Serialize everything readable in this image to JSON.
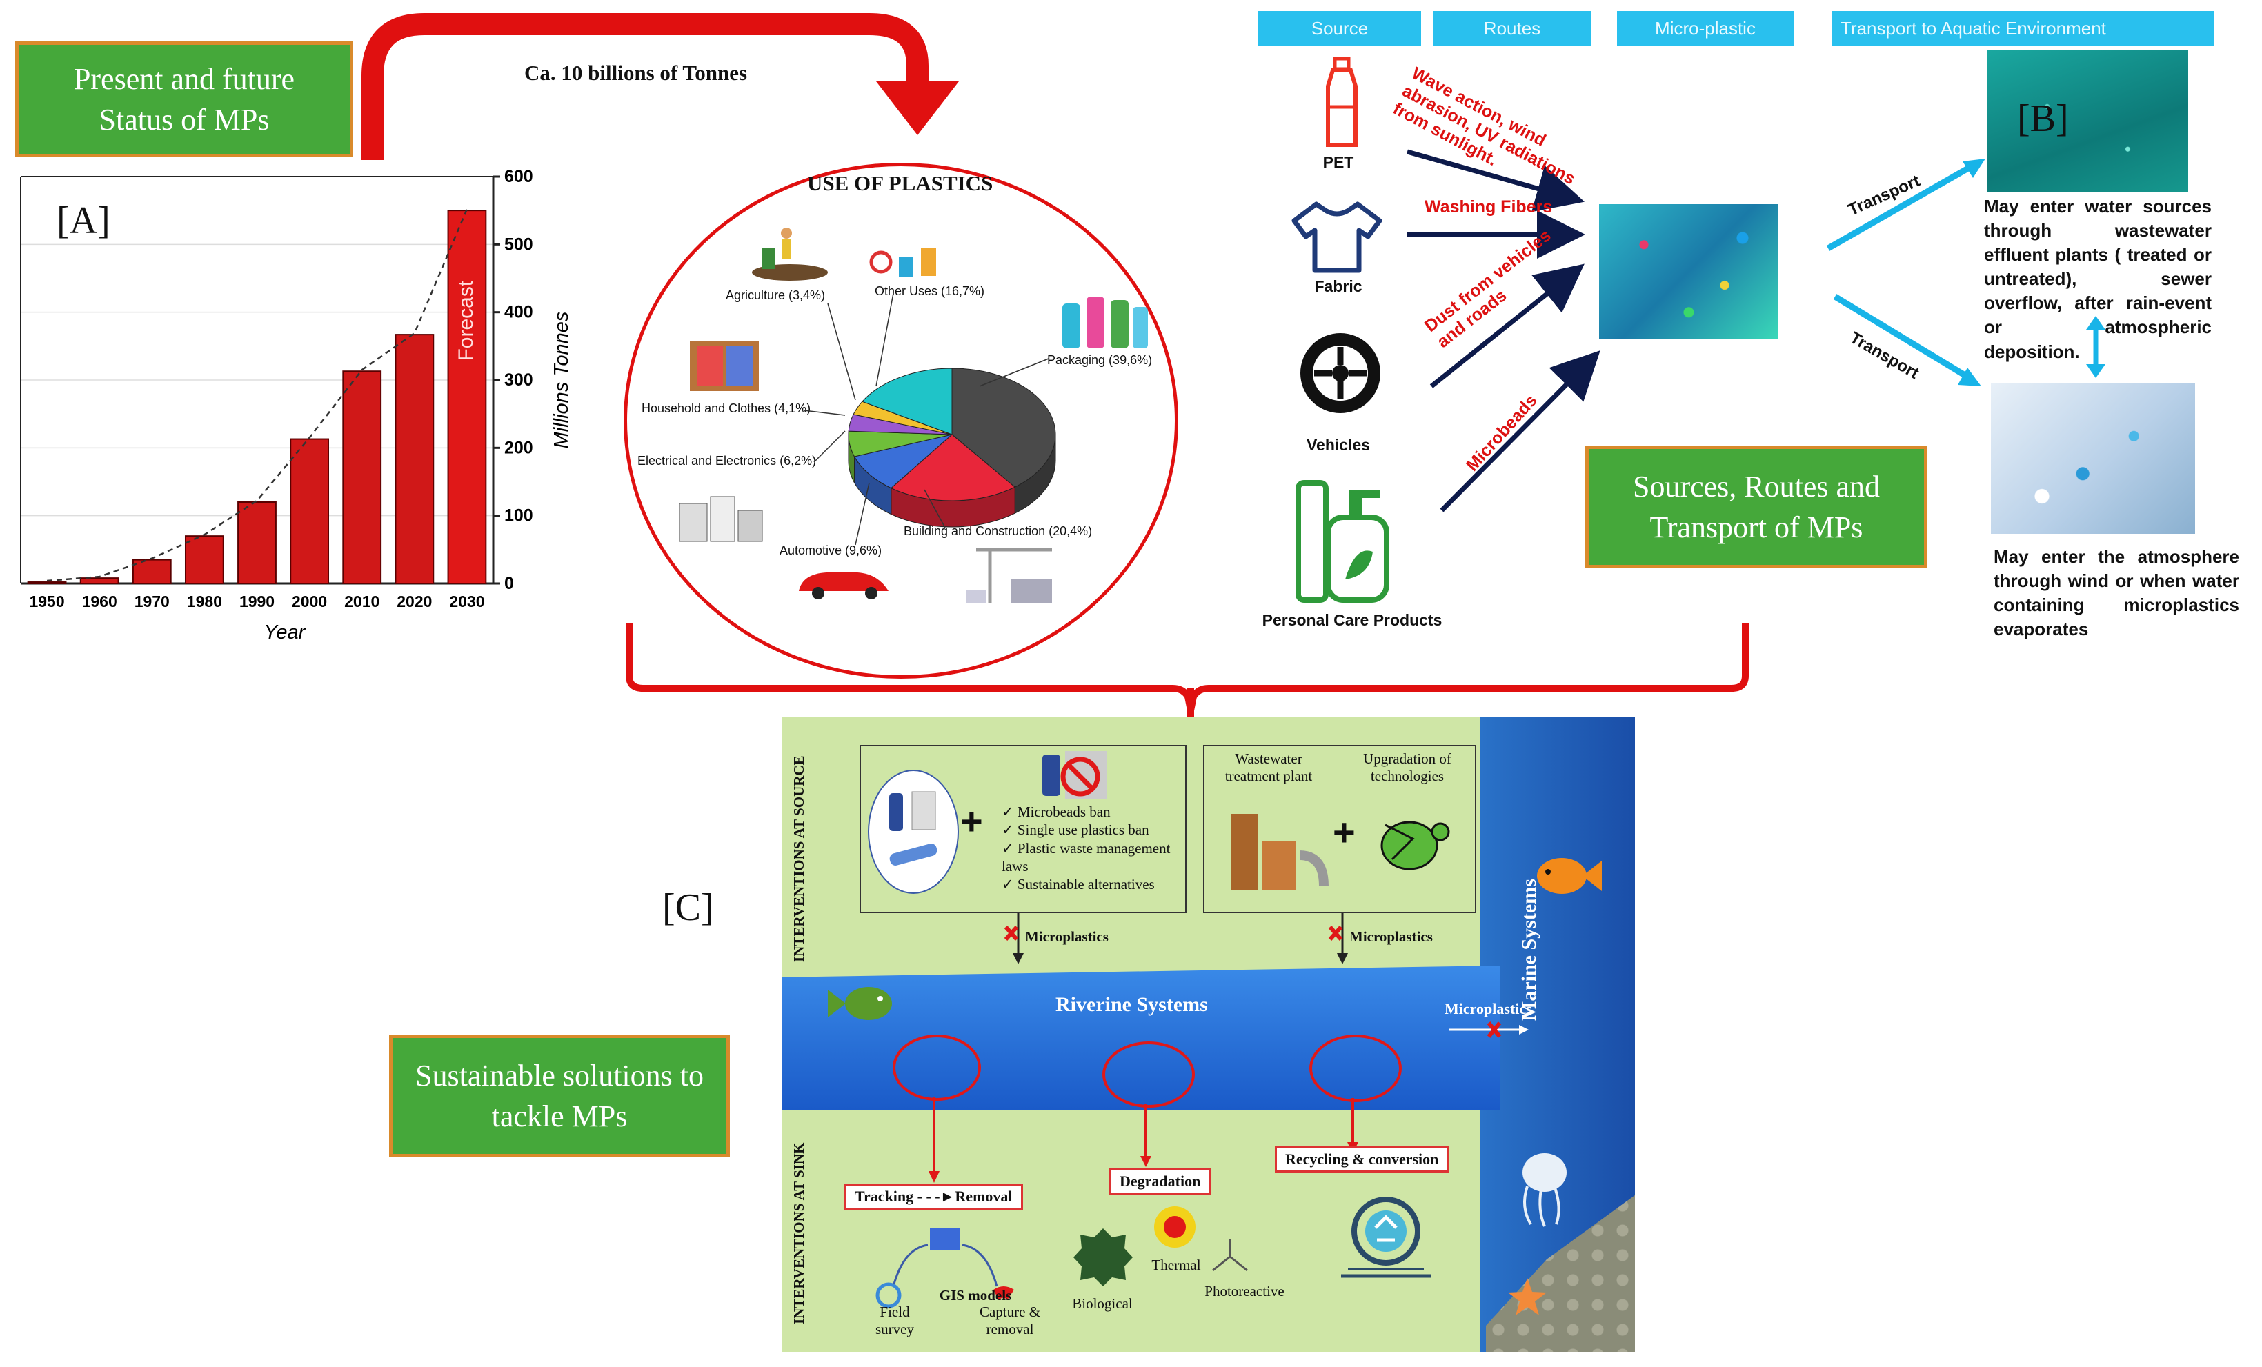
{
  "boxes": {
    "present_future": "Present and future Status of MPs",
    "sources_routes": "Sources, Routes and Transport of MPs",
    "sustainable": "Sustainable solutions to tackle MPs"
  },
  "panels": {
    "a": "[A]",
    "b": "[B]",
    "c": "[C]"
  },
  "arrow_label": "Ca. 10 billions of Tonnes",
  "chart_data": {
    "type": "bar",
    "categories": [
      "1950",
      "1960",
      "1970",
      "1980",
      "1990",
      "2000",
      "2010",
      "2020",
      "2030"
    ],
    "values": [
      2,
      8,
      35,
      70,
      120,
      213,
      313,
      367,
      550
    ],
    "ylabel": "Millions Tonnes",
    "xlabel": "Year",
    "ylim": [
      0,
      600
    ],
    "yticks": [
      "0",
      "100",
      "200",
      "300",
      "400",
      "500",
      "600"
    ],
    "forecast_label": "Forecast",
    "bar_color": "#d01818",
    "trend_line": "dashed"
  },
  "pie": {
    "title": "USE OF PLASTICS",
    "labels": {
      "agriculture": "Agriculture (3,4%)",
      "other": "Other Uses (16,7%)",
      "packaging": "Packaging (39,6%)",
      "household": "Household and Clothes (4,1%)",
      "electrical": "Electrical and Electronics (6,2%)",
      "automotive": "Automotive (9,6%)",
      "building": "Building and Construction (20,4%)"
    },
    "slices": [
      {
        "key": "packaging",
        "value": 39.6,
        "color": "#4a4a4a"
      },
      {
        "key": "building",
        "value": 20.4,
        "color": "#e8263a"
      },
      {
        "key": "automotive",
        "value": 9.6,
        "color": "#3a6fd8"
      },
      {
        "key": "electrical",
        "value": 6.2,
        "color": "#6fbf3a"
      },
      {
        "key": "household",
        "value": 4.1,
        "color": "#9b59d0"
      },
      {
        "key": "agriculture",
        "value": 3.4,
        "color": "#f2c12e"
      },
      {
        "key": "other",
        "value": 16.7,
        "color": "#1fc4c8"
      }
    ]
  },
  "headers": {
    "source": "Source",
    "routes": "Routes",
    "microplastic": "Micro-plastic",
    "transport": "Transport to Aquatic Environment"
  },
  "sources": {
    "pet": "PET",
    "fabric": "Fabric",
    "vehicles": "Vehicles",
    "personal": "Personal Care Products"
  },
  "routes": {
    "wave": "Wave action, wind abrasion, UV radiations from sunlight.",
    "washing": "Washing Fibers",
    "dust": "Dust from vehicles and roads",
    "microbeads": "Microbeads"
  },
  "transport_label": "Transport",
  "descriptions": {
    "water": "May enter water sources through wastewater effluent plants ( treated or untreated), sewer overflow, after rain-event or atmospheric deposition.",
    "atmosphere": "May enter the atmosphere through wind or when water containing microplastics evaporates"
  },
  "c": {
    "interventions_source": "INTERVENTIONS AT SOURCE",
    "interventions_sink": "INTERVENTIONS AT SINK",
    "bans": [
      "Microbeads ban",
      "Single use plastics ban",
      "Plastic waste management laws",
      "Sustainable alternatives"
    ],
    "wwtp": "Wastewater treatment plant",
    "upgradation": "Upgradation of technologies",
    "microplastics": "Microplastics",
    "riverine": "Riverine Systems",
    "marine": "Marine Systems",
    "tracking": "Tracking",
    "removal": "Removal",
    "degradation": "Degradation",
    "recycling": "Recycling & conversion",
    "gis": "GIS models",
    "field": "Field survey",
    "capture": "Capture & removal",
    "biological": "Biological",
    "thermal": "Thermal",
    "photoreactive": "Photoreactive"
  }
}
